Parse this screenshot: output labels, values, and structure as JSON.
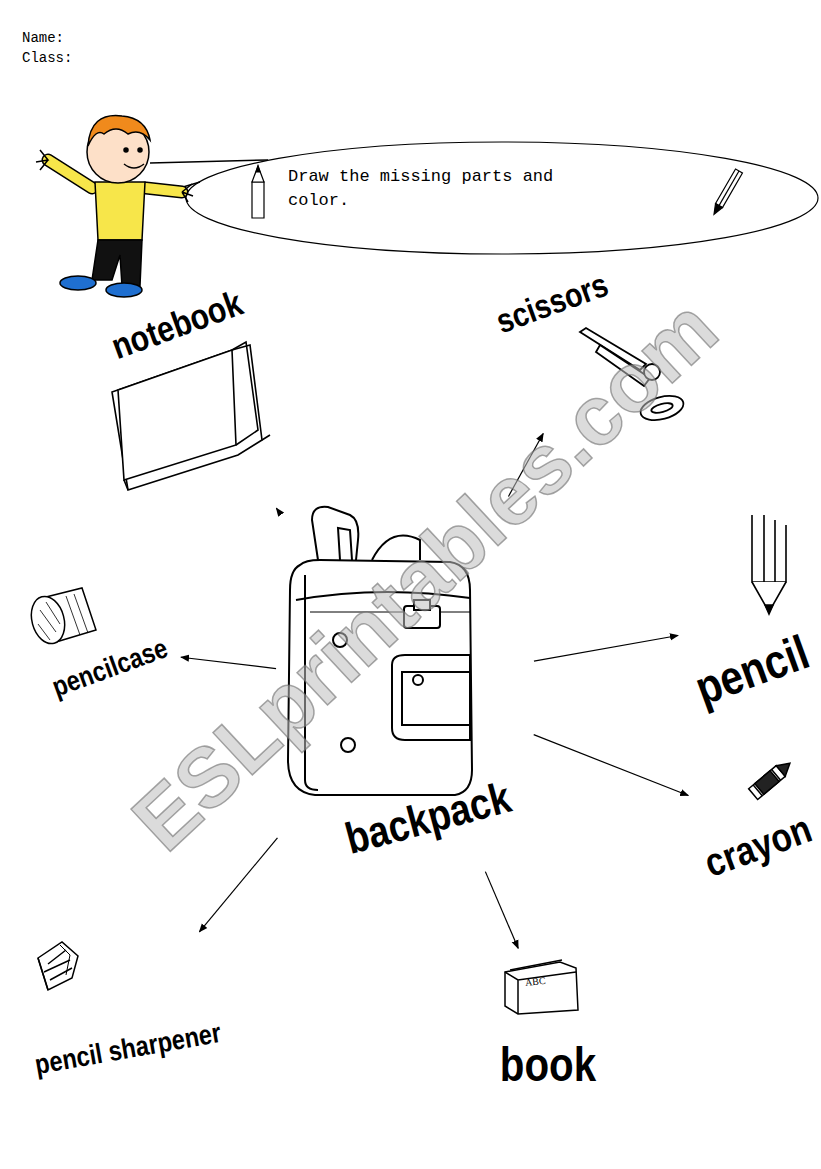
{
  "diagram": {
    "nodes": [
      {
        "text": [
          "Draw the missing parts and color."
        ]
      },
      {
        "text": [
          "notebook"
        ]
      },
      {
        "text": [
          "scissors"
        ]
      },
      {
        "text": [
          "pencilcase"
        ]
      },
      {
        "text": [
          "pencil"
        ]
      },
      {
        "text": [
          "backpack"
        ]
      },
      {
        "text": [
          "crayon"
        ]
      },
      {
        "text": [
          "pencil sharpener"
        ]
      },
      {
        "text": [
          "book"
        ]
      }
    ],
    "edges": [
      {
        "from": 5,
        "to": 1,
        "arrow": "to"
      },
      {
        "from": 5,
        "to": 2,
        "arrow": "to"
      },
      {
        "from": 5,
        "to": 3,
        "arrow": "to"
      },
      {
        "from": 5,
        "to": 4,
        "arrow": "to"
      },
      {
        "from": 5,
        "to": 6,
        "arrow": "to"
      },
      {
        "from": 5,
        "to": 7,
        "arrow": "to"
      },
      {
        "from": 5,
        "to": 8,
        "arrow": "to"
      }
    ],
    "labels": [
      "Name:",
      "Class:",
      "ABC",
      "ESLprintables.com"
    ]
  }
}
